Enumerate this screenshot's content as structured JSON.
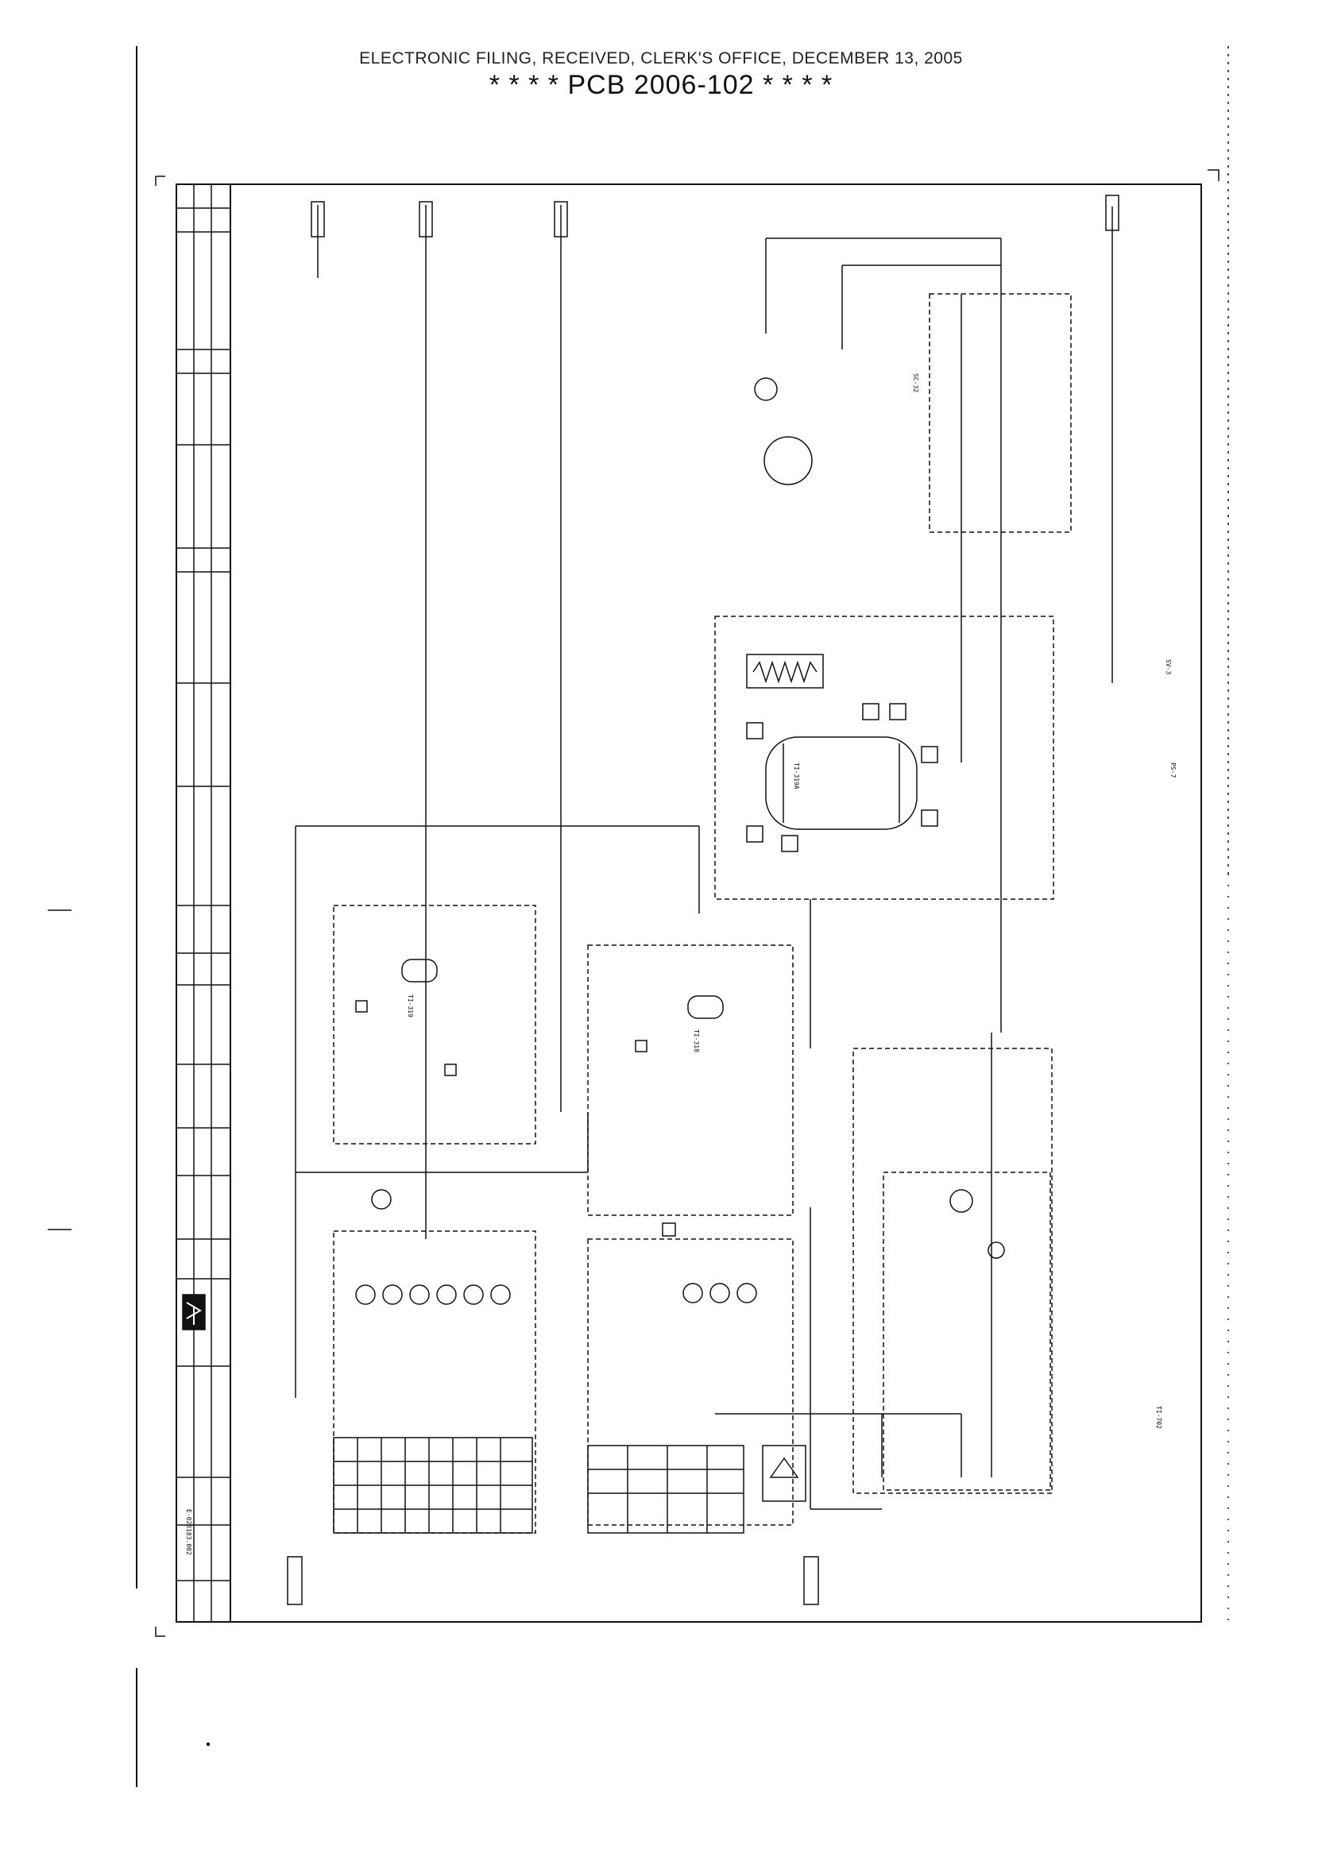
{
  "header": {
    "filing_line": "ELECTRONIC FILING, RECEIVED, CLERK'S OFFICE, DECEMBER 13, 2005",
    "case_line": "* * * * PCB 2006-102 * * * *"
  },
  "drawing": {
    "drawing_number": "E-028183.002",
    "tags": [
      "TI-319",
      "TI-318",
      "TI-319A",
      "SC-32",
      "TI-702",
      "SV-3",
      "PS-7"
    ],
    "colors": {
      "ink": "#111111",
      "paper": "#ffffff"
    }
  }
}
